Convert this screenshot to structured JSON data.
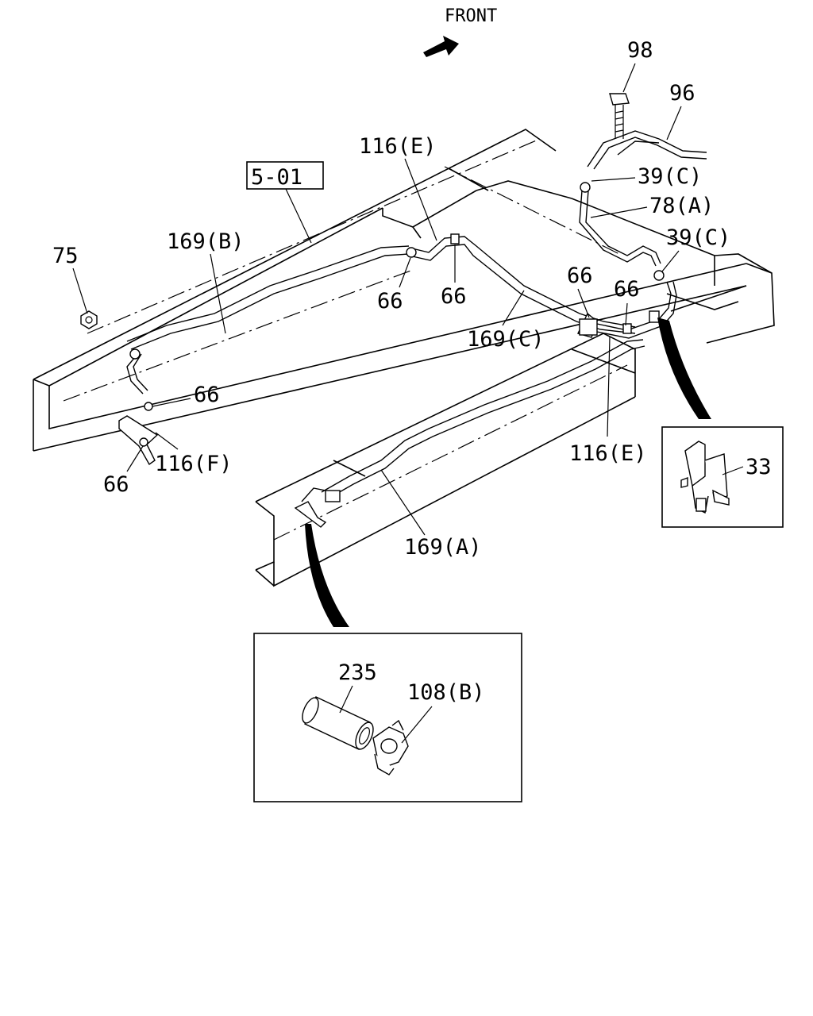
{
  "diagram": {
    "direction_label": "FRONT",
    "reference_box": "5-01",
    "callouts": {
      "c75": "75",
      "c169b": "169(B)",
      "c116e_top": "116(E)",
      "c98": "98",
      "c96": "96",
      "c39c_top": "39(C)",
      "c78a": "78(A)",
      "c39c_right": "39(C)",
      "c66_a": "66",
      "c66_b": "66",
      "c66_c": "66",
      "c66_d": "66",
      "c169c": "169(C)",
      "c66_left": "66",
      "c116f": "116(F)",
      "c66_bottom": "66",
      "c116e_bottom": "116(E)",
      "c33": "33",
      "c169a": "169(A)",
      "c235": "235",
      "c108b": "108(B)"
    }
  }
}
